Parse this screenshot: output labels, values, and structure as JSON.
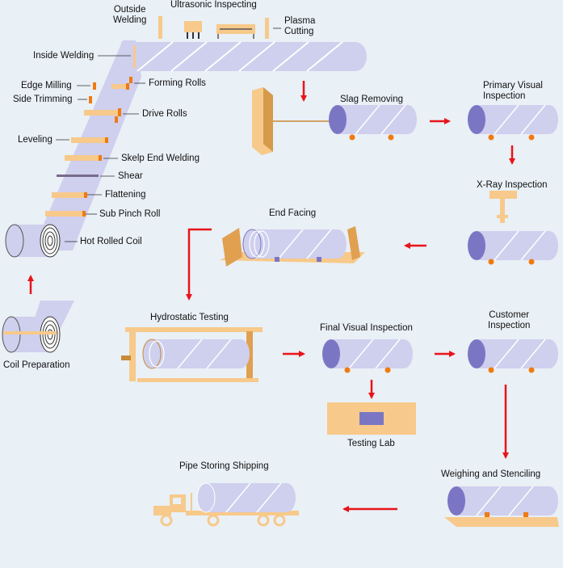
{
  "colors": {
    "background": "#e9f0f6",
    "pipe_fill": "#cfcfee",
    "pipe_end": "#7b76c4",
    "pipe_stroke": "#ffffff",
    "arrow": "#e8141a",
    "equipment": "#f7c98a",
    "equipment_dark": "#c98a3a",
    "wheel": "#f07a10",
    "lab_box": "#7b76c4"
  },
  "labels": {
    "outside_welding": "Outside\nWelding",
    "ultrasonic_inspecting": "Ultrasonic Inspecting",
    "plasma_cutting": "Plasma\nCutting",
    "inside_welding": "Inside Welding",
    "edge_milling": "Edge Milling",
    "side_trimming": "Side Trimming",
    "forming_rolls": "Forming Rolls",
    "drive_rolls": "Drive Rolls",
    "leveling": "Leveling",
    "skelp_end_welding": "Skelp End Welding",
    "shear": "Shear",
    "flattening": "Flattening",
    "sub_pinch_roll": "Sub Pinch Roll",
    "hot_rolled_coil": "Hot Rolled Coil",
    "coil_preparation": "Coil Preparation",
    "slag_removing": "Slag Removing",
    "primary_visual_inspection": "Primary Visual\nInspection",
    "xray_inspection": "X-Ray Inspection",
    "end_facing": "End Facing",
    "hydrostatic_testing": "Hydrostatic Testing",
    "final_visual_inspection": "Final Visual Inspection",
    "customer_inspection": "Customer\nInspection",
    "testing_lab": "Testing Lab",
    "weighing_and_stenciling": "Weighing and Stenciling",
    "pipe_storing_shipping": "Pipe Storing Shipping"
  }
}
